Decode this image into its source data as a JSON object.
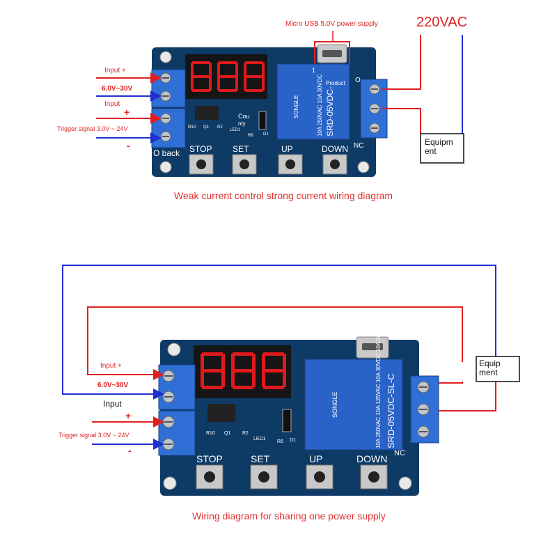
{
  "colors": {
    "wire_red": "#e02020",
    "wire_blue": "#1f2fd0",
    "pcb": "#0e3a66",
    "relay": "#2a63c8",
    "terminal": "#2f6fd6",
    "caption": "#e03030",
    "display_bg": "#151515",
    "segment": "#e0191c"
  },
  "top": {
    "usb_label": "Micro USB 5.0V power supply",
    "ac_label": "220VAC",
    "input_plus": "Input +",
    "voltage": "6.0V~30V",
    "input_minus": "Input",
    "plus": "+",
    "trigger": "Trigger signal 3.0V ~ 24V",
    "minus": "-",
    "equipment": "Equipm\nent",
    "caption": "Weak current control strong current wiring diagram",
    "board": {
      "stop": "STOP",
      "set": "SET",
      "up": "UP",
      "down": "DOWN",
      "back": "O back",
      "count": "Cou",
      "nty": "nty",
      "nc": "NC",
      "no": "O",
      "relay_brand": "SONGLE",
      "relay_model": "SRD-05VDC-",
      "relay_specs": "10A 250VAC  10A 30VDC",
      "product": "Product",
      "led": "LED1",
      "r8": "R8",
      "q1": "Q1",
      "r10": "R10",
      "r2": "R2",
      "d1": "D1",
      "one": "1"
    }
  },
  "bottom": {
    "input_plus": "Input +",
    "voltage": "6.0V~30V",
    "input_minus": "Input",
    "plus": "+",
    "trigger": "Trigger signal 3.0V ~ 24V",
    "minus": "-",
    "equipment": "Equip\nment",
    "caption": "Wiring diagram for sharing one power supply",
    "board": {
      "stop": "STOP",
      "set": "SET",
      "up": "UP",
      "down": "DOWN",
      "nc": "NC",
      "relay_brand": "SONGLE",
      "relay_model": "SRD-05VDC-SL-C",
      "relay_specs": "10A 250VAC 10A 125VAC  10A 30VDC 10A 28VDC",
      "led": "LED1",
      "r8": "R8",
      "q1": "Q1",
      "r10": "R10",
      "r2": "R2",
      "d1": "D1"
    }
  }
}
